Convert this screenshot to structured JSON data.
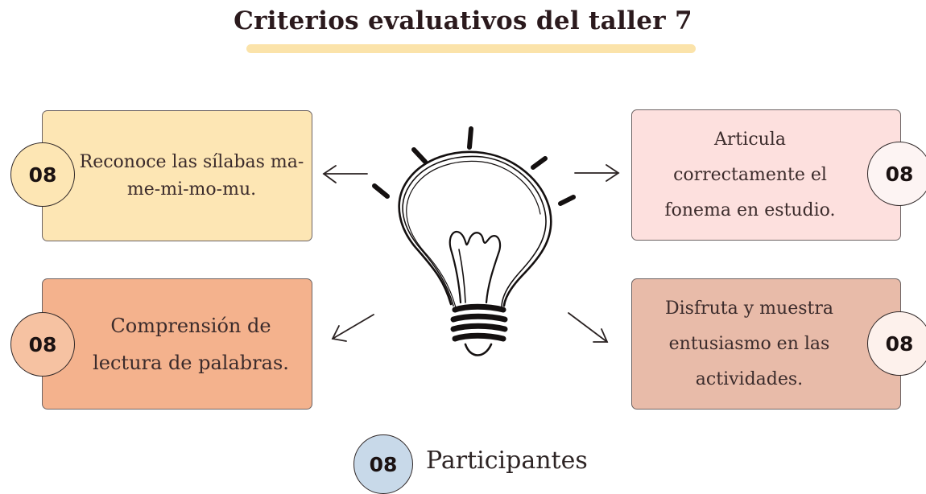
{
  "title": "Criterios evaluativos del taller 7",
  "criteria": [
    {
      "position": "top-left",
      "count": "08",
      "lines": [
        "Reconoce las sílabas ma-",
        "me-mi-mo-mu."
      ],
      "color": "#fde6b4",
      "badge_color": "#fde6b4"
    },
    {
      "position": "top-right",
      "count": "08",
      "lines": [
        "Articula",
        "correctamente el",
        "fonema en estudio."
      ],
      "color": "#fde0de",
      "badge_color": "#fdf4f3"
    },
    {
      "position": "bottom-left",
      "count": "08",
      "lines": [
        "Comprensión de",
        "lectura de palabras."
      ],
      "color": "#f4b28d",
      "badge_color": "#f6c2a2"
    },
    {
      "position": "bottom-right",
      "count": "08",
      "lines": [
        "Disfruta y muestra",
        "entusiasmo en las",
        "actividades."
      ],
      "color": "#e8bba9",
      "badge_color": "#fdf1ec"
    }
  ],
  "participants": {
    "count": "08",
    "label": "Participantes",
    "badge_color": "#c8d9e9"
  },
  "icons": [
    "lightbulb-icon",
    "arrow-left-icon",
    "arrow-right-icon",
    "arrow-down-left-icon",
    "arrow-down-right-icon"
  ]
}
